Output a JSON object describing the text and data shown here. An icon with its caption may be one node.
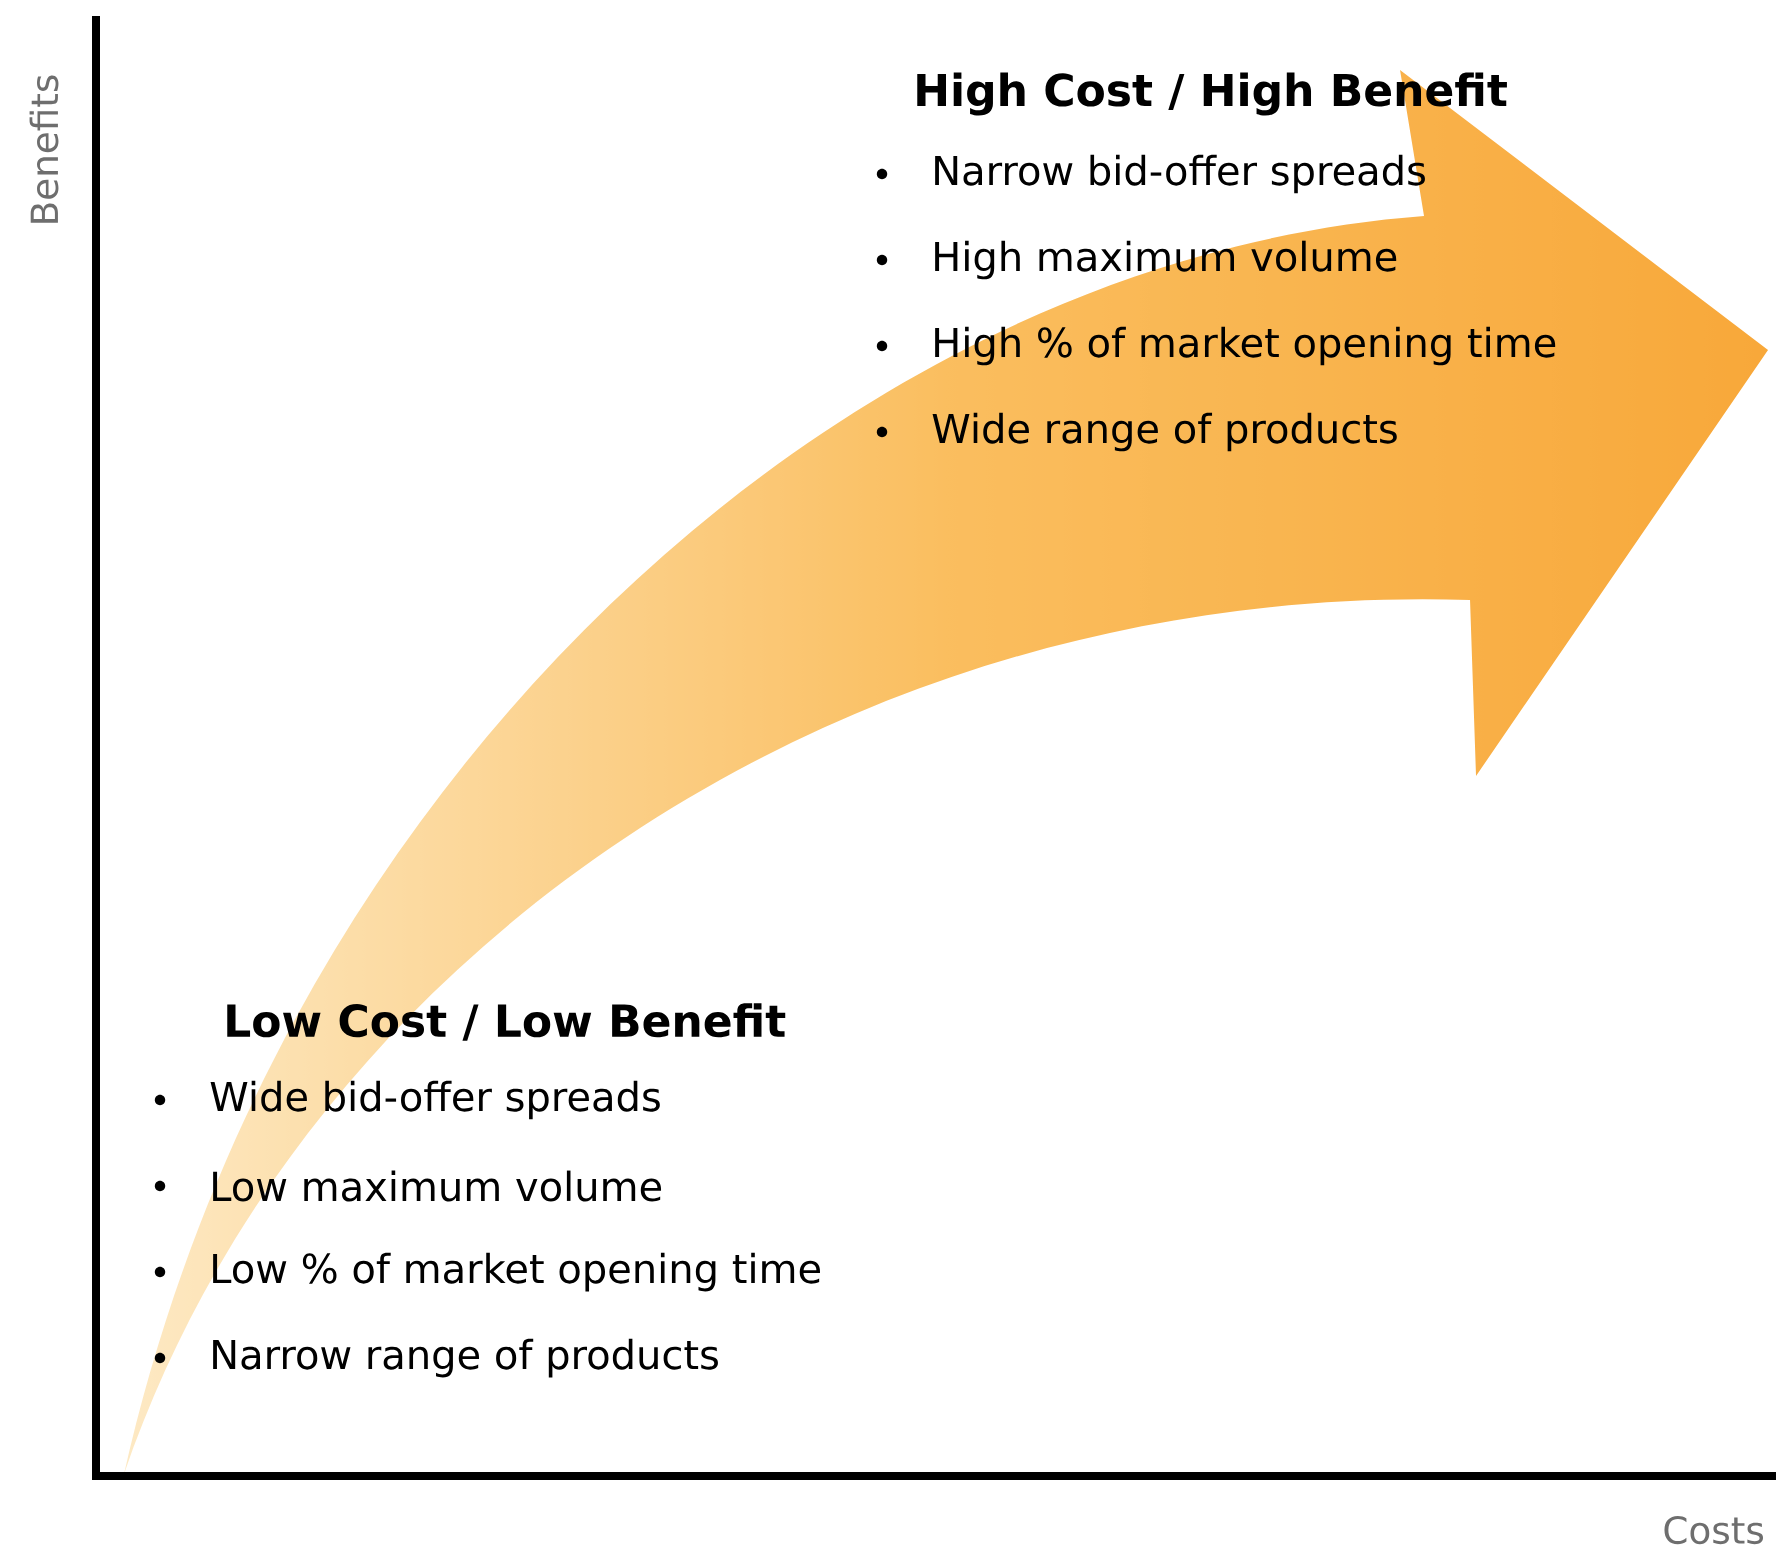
{
  "diagram": {
    "labels": [
      "Benefits",
      "High Cost / High Benefit",
      "Narrow bid-offer spreads",
      "High maximum volume",
      "High % of market opening time",
      "Wide range of products",
      "Low Cost / Low Benefit",
      "Wide bid-offer spreads",
      "Low maximum volume",
      "Low % of market opening time",
      "Narrow range of products",
      "Costs"
    ]
  }
}
